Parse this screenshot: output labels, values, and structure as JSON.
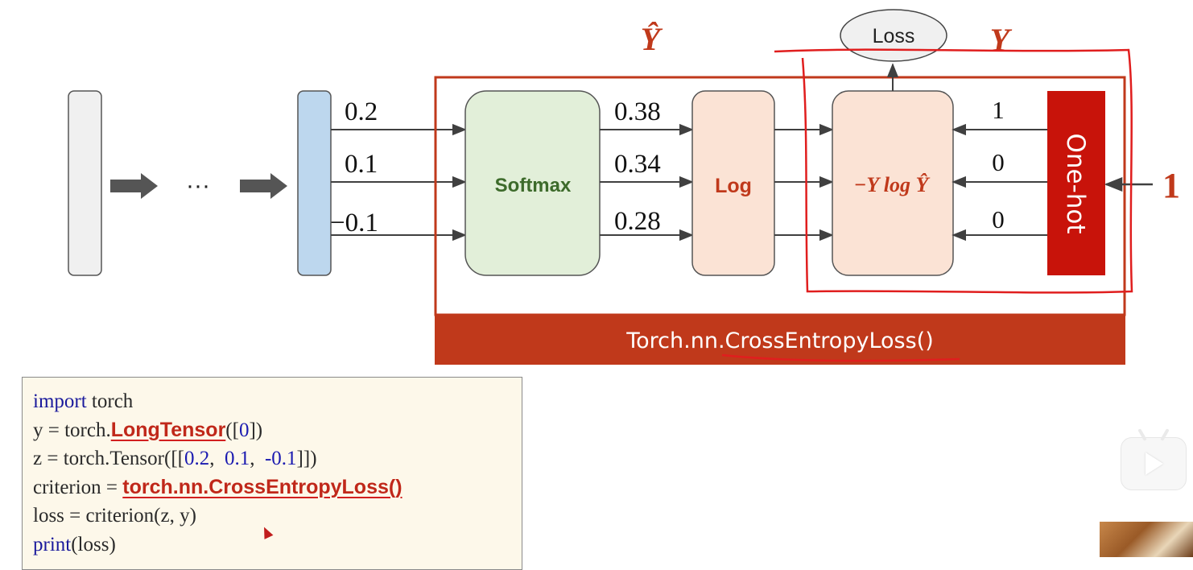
{
  "diagram": {
    "ellipsis": "···",
    "input_values": [
      "0.2",
      "0.1",
      "−0.1"
    ],
    "softmax_label": "Softmax",
    "softmax_values": [
      "0.38",
      "0.34",
      "0.28"
    ],
    "log_label": "Log",
    "loss_formula": "−Y log Ŷ",
    "loss_label": "Loss",
    "onehot_label": "One-hot",
    "onehot_values": [
      "1",
      "0",
      "0"
    ],
    "class_index": "1",
    "footer_label": "Torch.nn.CrossEntropyLoss()",
    "annotation_y_hat": "Ŷ",
    "annotation_y": "Y"
  },
  "code": {
    "line1_kw": "import",
    "line1_rest": " torch",
    "line2_pre": "y = torch.",
    "line2_hl": "LongTensor",
    "line2_open": "([",
    "line2_num": "0",
    "line2_close": "])",
    "line3_pre": "z = torch.Tensor([[",
    "line3_n1": "0.2",
    "line3_sep1": ",  ",
    "line3_n2": "0.1",
    "line3_sep2": ",  ",
    "line3_n3": "-0.1",
    "line3_close": "]])",
    "line4_pre": "criterion = ",
    "line4_hl": "torch.nn.CrossEntropyLoss()",
    "line5": "loss = criterion(z, y)",
    "line6_kw": "print",
    "line6_rest": "(loss)"
  },
  "colors": {
    "accent_red": "#c0391b",
    "onehot_red": "#c8130a",
    "softmax_fill": "#e2efd9",
    "softmax_text": "#3d6b2b",
    "log_fill": "#fbe3d5",
    "log_text": "#c0391b",
    "feature_blue": "#bdd7ee",
    "input_gray": "#f0f0f0",
    "annotation_red": "#e01e1e"
  }
}
